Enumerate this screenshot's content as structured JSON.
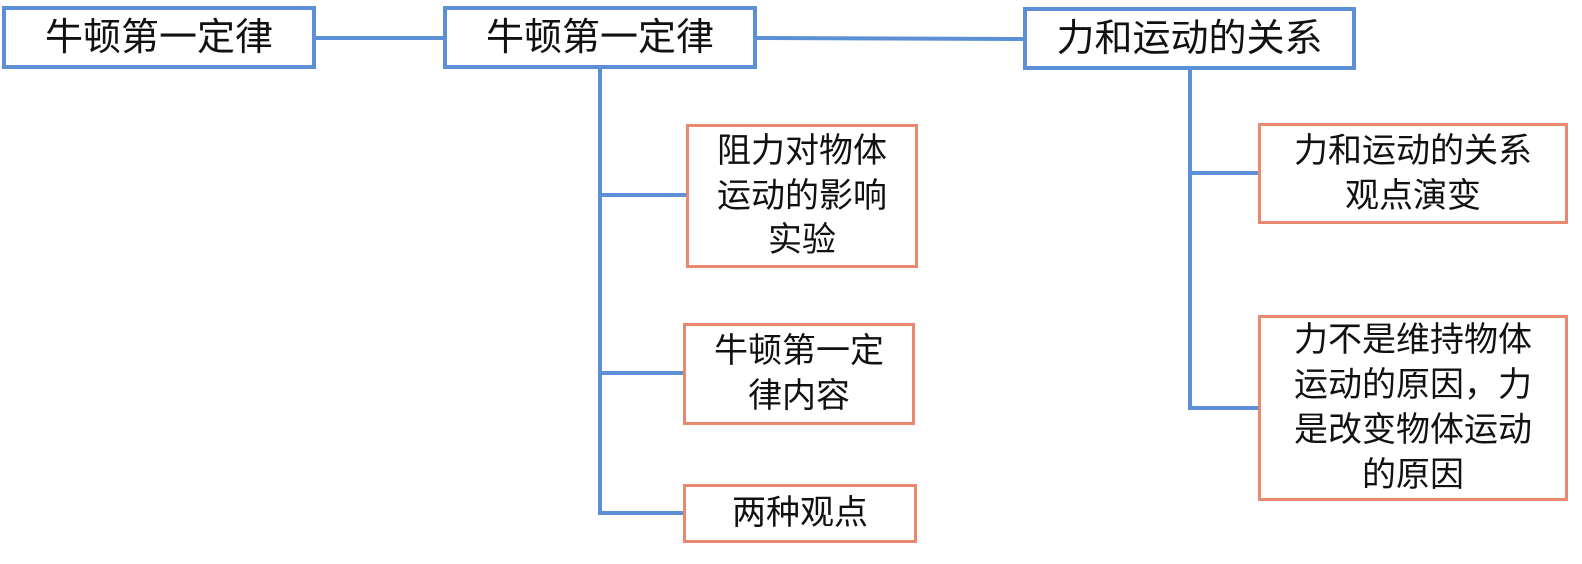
{
  "diagram": {
    "root": {
      "label": "牛顿第一定律"
    },
    "branch_main": {
      "label": "牛顿第一定律"
    },
    "branch_relation": {
      "label": "力和运动的关系"
    },
    "leaves_main": [
      {
        "label": "阻力对物体\n运动的影响\n实验"
      },
      {
        "label": "牛顿第一定\n律内容"
      },
      {
        "label": "两种观点"
      }
    ],
    "leaves_relation": [
      {
        "label": "力和运动的关系\n观点演变"
      },
      {
        "label": "力不是维持物体\n运动的原因，力\n是改变物体运动\n的原因"
      }
    ],
    "colors": {
      "main_border": "#5b8fd6",
      "leaf_border": "#e9876f",
      "connector": "#5b8fd6",
      "text": "#111111",
      "background": "#ffffff"
    }
  }
}
